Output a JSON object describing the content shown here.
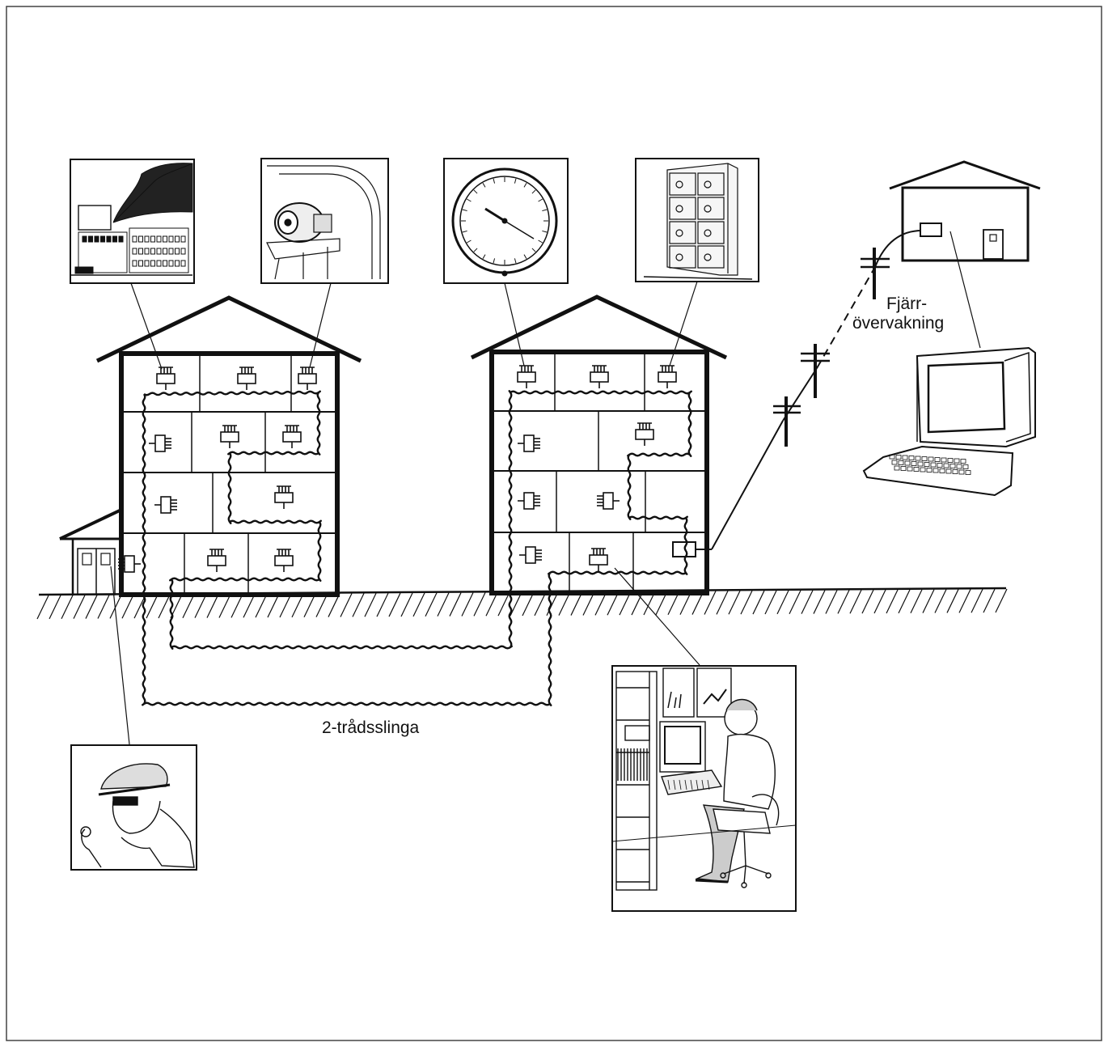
{
  "labels": {
    "remote_line1": "Fjärr-",
    "remote_line2": "övervakning",
    "loop": "2-trådsslinga"
  },
  "colors": {
    "ink": "#111111",
    "paper": "#ffffff",
    "frame": "#444444"
  },
  "icons": {
    "fire_panel": "burning-building",
    "motor_panel": "fan-motor",
    "gauge_panel": "thermometer-dial",
    "relay_panel": "electrical-cabinet",
    "burglar_panel": "intruder",
    "operator_panel": "operator-at-terminal",
    "terminal": "computer-terminal",
    "remote_house": "remote-house",
    "sensor": "sensor-module"
  }
}
